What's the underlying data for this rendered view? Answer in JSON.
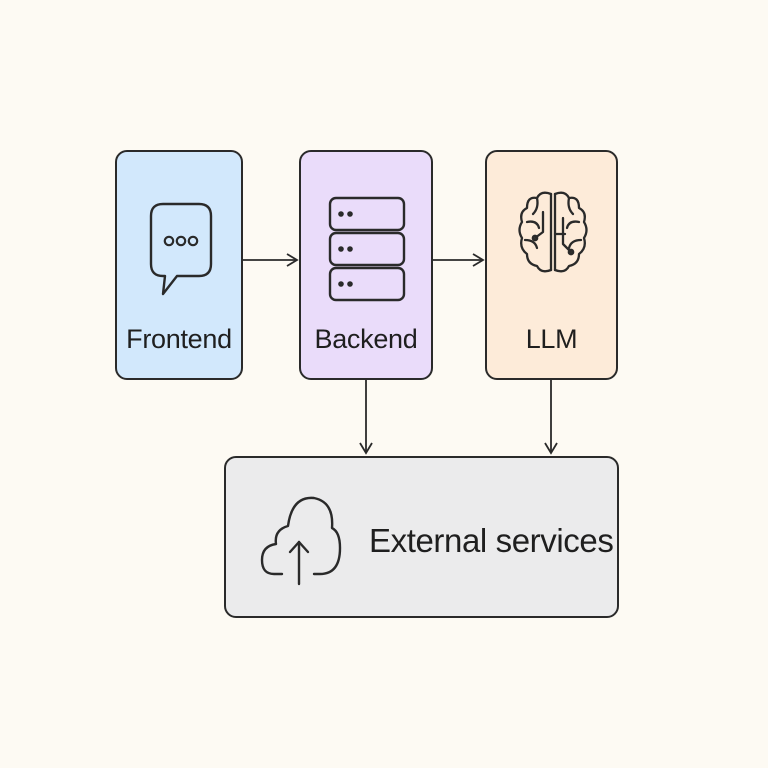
{
  "nodes": {
    "frontend": {
      "label": "Frontend",
      "icon": "chat-bubble-icon",
      "fill": "#d2e8fc"
    },
    "backend": {
      "label": "Backend",
      "icon": "server-stack-icon",
      "fill": "#eadcfa"
    },
    "llm": {
      "label": "LLM",
      "icon": "brain-icon",
      "fill": "#fdebd9"
    },
    "external": {
      "label": "External services",
      "icon": "cloud-upload-icon",
      "fill": "#ebebec"
    }
  },
  "edges": [
    {
      "from": "Frontend",
      "to": "Backend"
    },
    {
      "from": "Backend",
      "to": "LLM"
    },
    {
      "from": "Backend",
      "to": "External services"
    },
    {
      "from": "LLM",
      "to": "External services"
    }
  ],
  "colors": {
    "background": "#fdfaf3",
    "stroke": "#2a2a2a"
  }
}
